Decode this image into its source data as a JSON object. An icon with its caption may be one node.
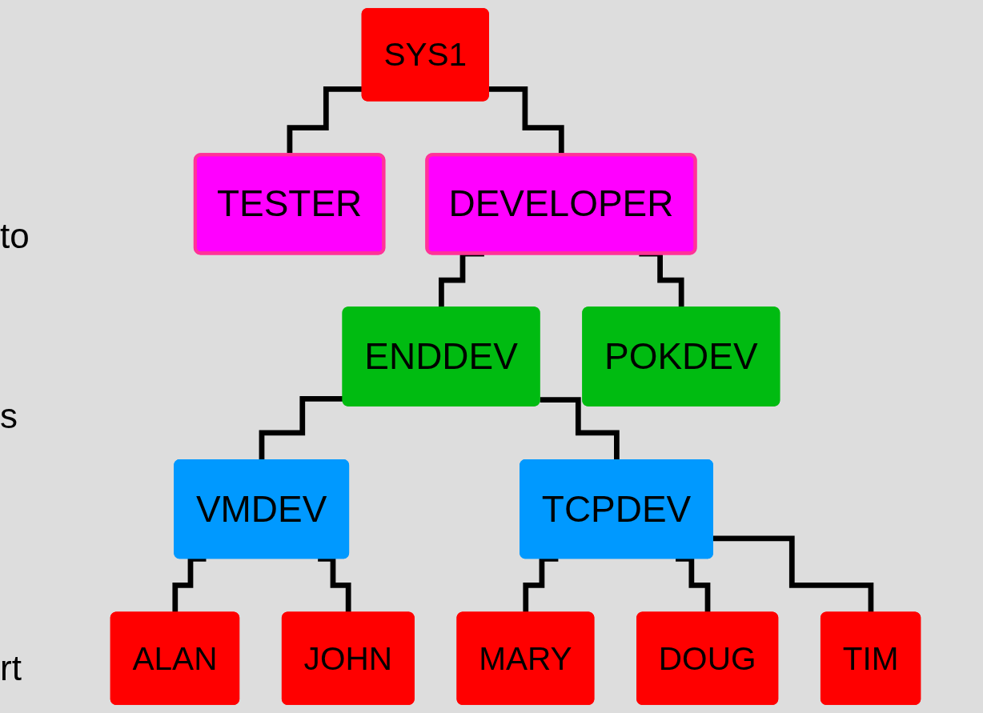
{
  "diagram": {
    "nodes": [
      {
        "text": [
          "SYS1"
        ]
      },
      {
        "text": [
          "TESTER"
        ]
      },
      {
        "text": [
          "DEVELOPER"
        ]
      },
      {
        "text": [
          "ENDDEV"
        ]
      },
      {
        "text": [
          "POKDEV"
        ]
      },
      {
        "text": [
          "VMDEV"
        ]
      },
      {
        "text": [
          "TCPDEV"
        ]
      },
      {
        "text": [
          "ALAN"
        ]
      },
      {
        "text": [
          "JOHN"
        ]
      },
      {
        "text": [
          "MARY"
        ]
      },
      {
        "text": [
          "DOUG"
        ]
      },
      {
        "text": [
          "TIM"
        ]
      }
    ],
    "edges": [
      {
        "from": 0,
        "to": 1,
        "arrow": "none"
      },
      {
        "from": 0,
        "to": 2,
        "arrow": "none"
      },
      {
        "from": 2,
        "to": 3,
        "arrow": "none"
      },
      {
        "from": 2,
        "to": 4,
        "arrow": "none"
      },
      {
        "from": 3,
        "to": 5,
        "arrow": "none"
      },
      {
        "from": 3,
        "to": 6,
        "arrow": "none"
      },
      {
        "from": 5,
        "to": 7,
        "arrow": "none"
      },
      {
        "from": 5,
        "to": 8,
        "arrow": "none"
      },
      {
        "from": 6,
        "to": 9,
        "arrow": "none"
      },
      {
        "from": 6,
        "to": 10,
        "arrow": "none"
      },
      {
        "from": 6,
        "to": 11,
        "arrow": "none"
      }
    ],
    "labels": [
      "to",
      "s",
      "rt"
    ]
  }
}
